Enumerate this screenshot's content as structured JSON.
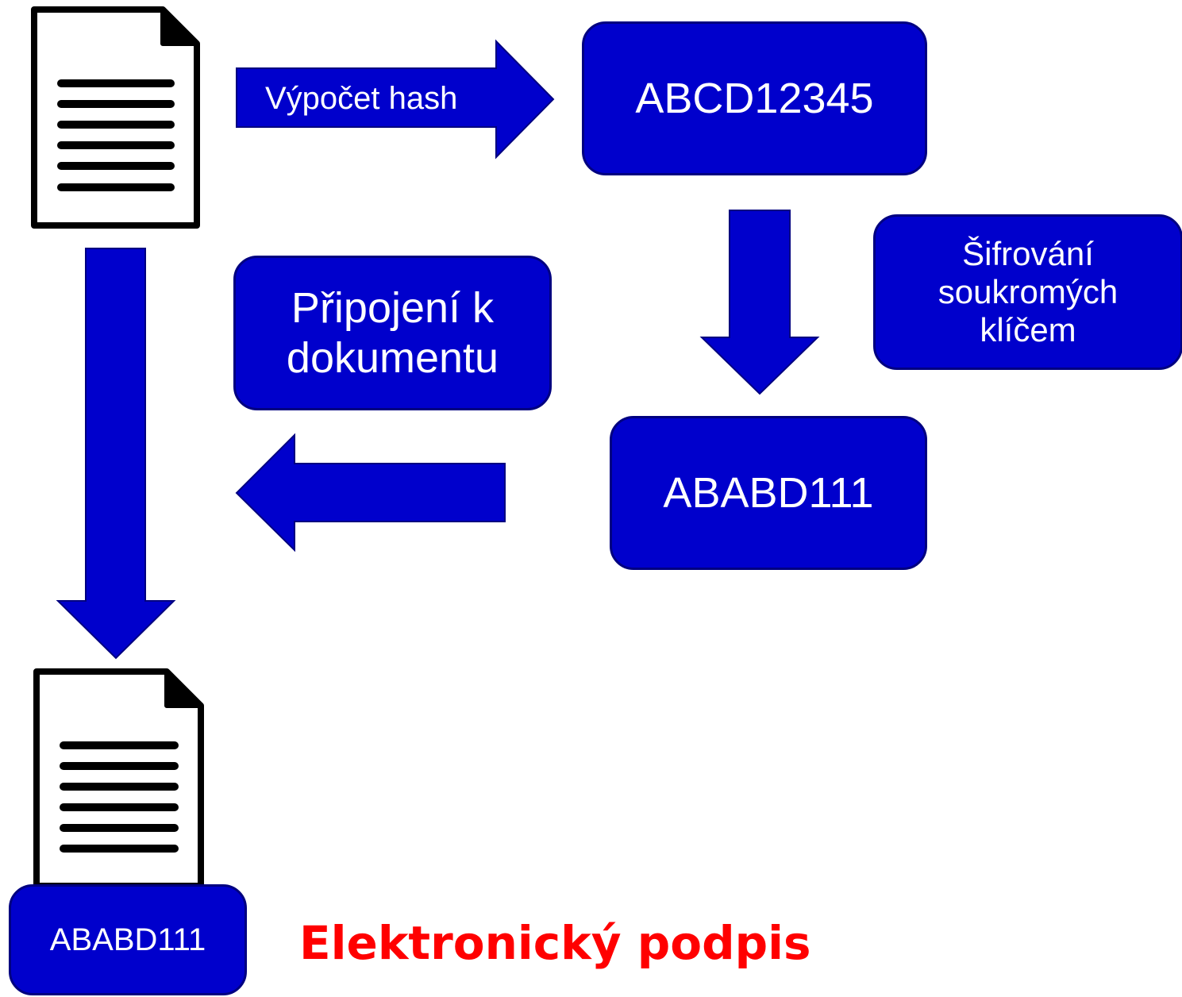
{
  "colors": {
    "box_fill": "#0000cc",
    "box_border": "#000080",
    "arrow_fill": "#0000cc",
    "arrow_border": "#000080",
    "title": "#ff0000",
    "document_icon_stroke": "#000000"
  },
  "icons": {
    "original_document": "document-icon",
    "signed_document": "document-icon"
  },
  "arrows": {
    "compute_hash": {
      "label": "Výpočet hash"
    }
  },
  "boxes": {
    "hash_value": "ABCD12345",
    "encryption_step": "Šifrování soukromých klíčem",
    "signature_value": "ABABD111",
    "attach_step": "Připojení k dokumentu",
    "attached_signature": "ABABD111"
  },
  "title": "Elektronický podpis"
}
